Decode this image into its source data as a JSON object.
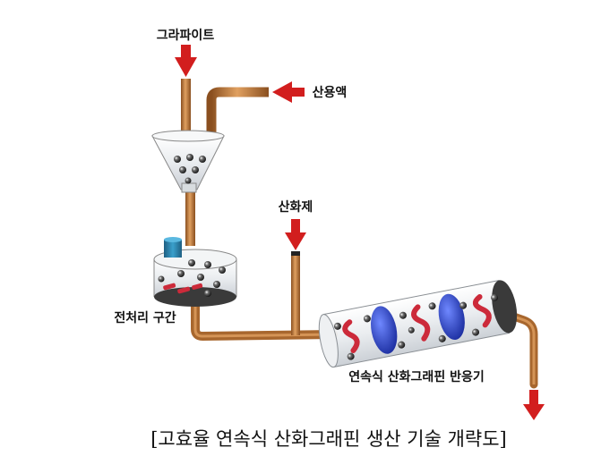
{
  "labels": {
    "graphite": "그라파이트",
    "acid_solution": "산용액",
    "oxidizer": "산화제",
    "pretreatment": "전처리 구간",
    "reactor": "연속식 산화그래핀 반응기"
  },
  "caption": "[고효율 연속식 산화그래핀 생산 기술 개략도]",
  "colors": {
    "arrow": "#d21e1e",
    "pipe": "#c07a3a",
    "pipe_dark": "#8a4f1f",
    "blue_disc": "#2b45d6",
    "red_blade": "#cc2a3a",
    "cap_blue": "#2b7fa8"
  }
}
